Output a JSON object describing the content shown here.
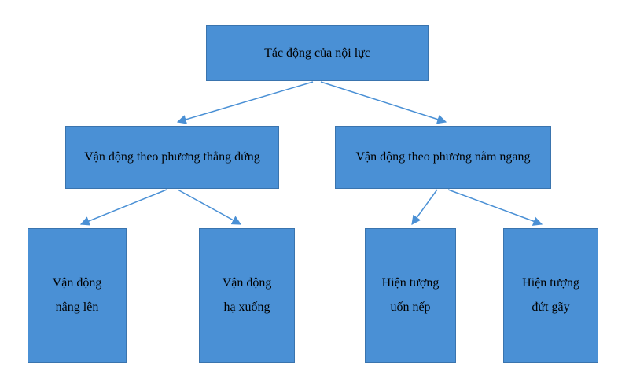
{
  "diagram": {
    "title": "Tác động của nội lực",
    "nodes": {
      "root": {
        "label": "Tác động của nội lực"
      },
      "vertical": {
        "label": "Vận động theo phương thẳng đứng"
      },
      "horizontal": {
        "label": "Vận động theo phương nằm ngang"
      },
      "uplift": {
        "line1": "Vận động",
        "line2": "nâng lên"
      },
      "subsidence": {
        "line1": "Vận động",
        "line2": "hạ xuống"
      },
      "folding": {
        "line1": "Hiện tượng",
        "line2": "uốn nếp"
      },
      "faulting": {
        "line1": "Hiện tượng",
        "line2": "đứt gãy"
      }
    },
    "colors": {
      "box_fill": "#4A90D5",
      "box_border": "#3A74AE",
      "arrow": "#4A90D5",
      "text": "#000000",
      "background": "#FFFFFF"
    }
  }
}
